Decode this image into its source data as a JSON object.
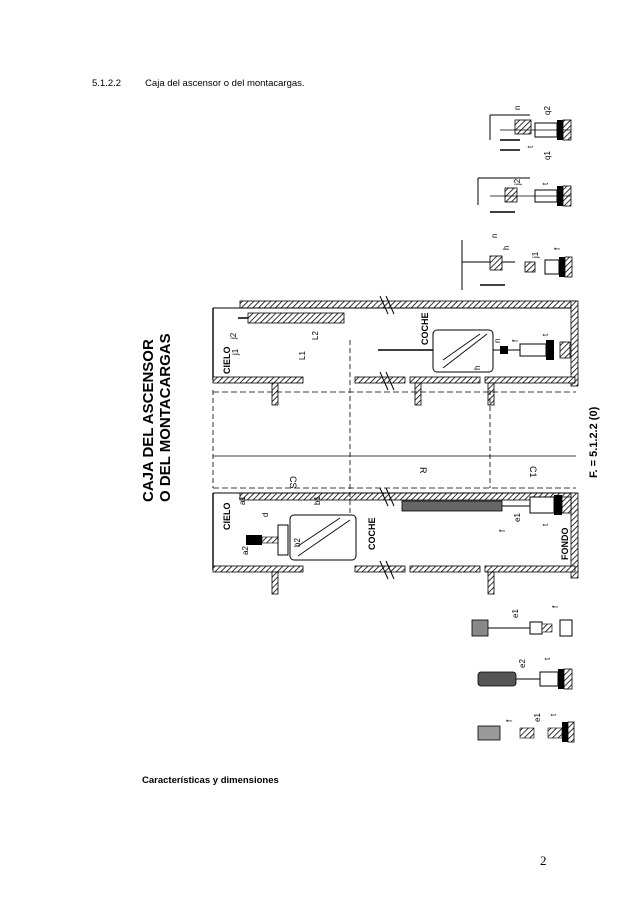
{
  "header": {
    "number": "5.1.2.2",
    "title": "Caja del ascensor o del montacargas."
  },
  "figure": {
    "title_line1": "CAJA DEL ASCENSOR",
    "title_line2": "O DEL MONTACARGAS",
    "figure_ref": "F. = 5.1.2.2 (0)",
    "labels": {
      "cielo": "CIELO",
      "coche": "COCHE",
      "fondo": "FONDO",
      "cs": "CS",
      "r": "R",
      "c1": "C1",
      "l1": "L1",
      "l2": "L2",
      "j1": "j1",
      "j2": "j2",
      "a1": "a1",
      "a2": "a2",
      "b1": "b1",
      "b2": "b2",
      "d": "d",
      "e1": "e1",
      "e2": "e2",
      "f": "f",
      "t": "t",
      "h": "h",
      "n": "n",
      "q1": "q1",
      "q2": "q2"
    }
  },
  "caption": "Características y dimensiones",
  "page_number": "2"
}
